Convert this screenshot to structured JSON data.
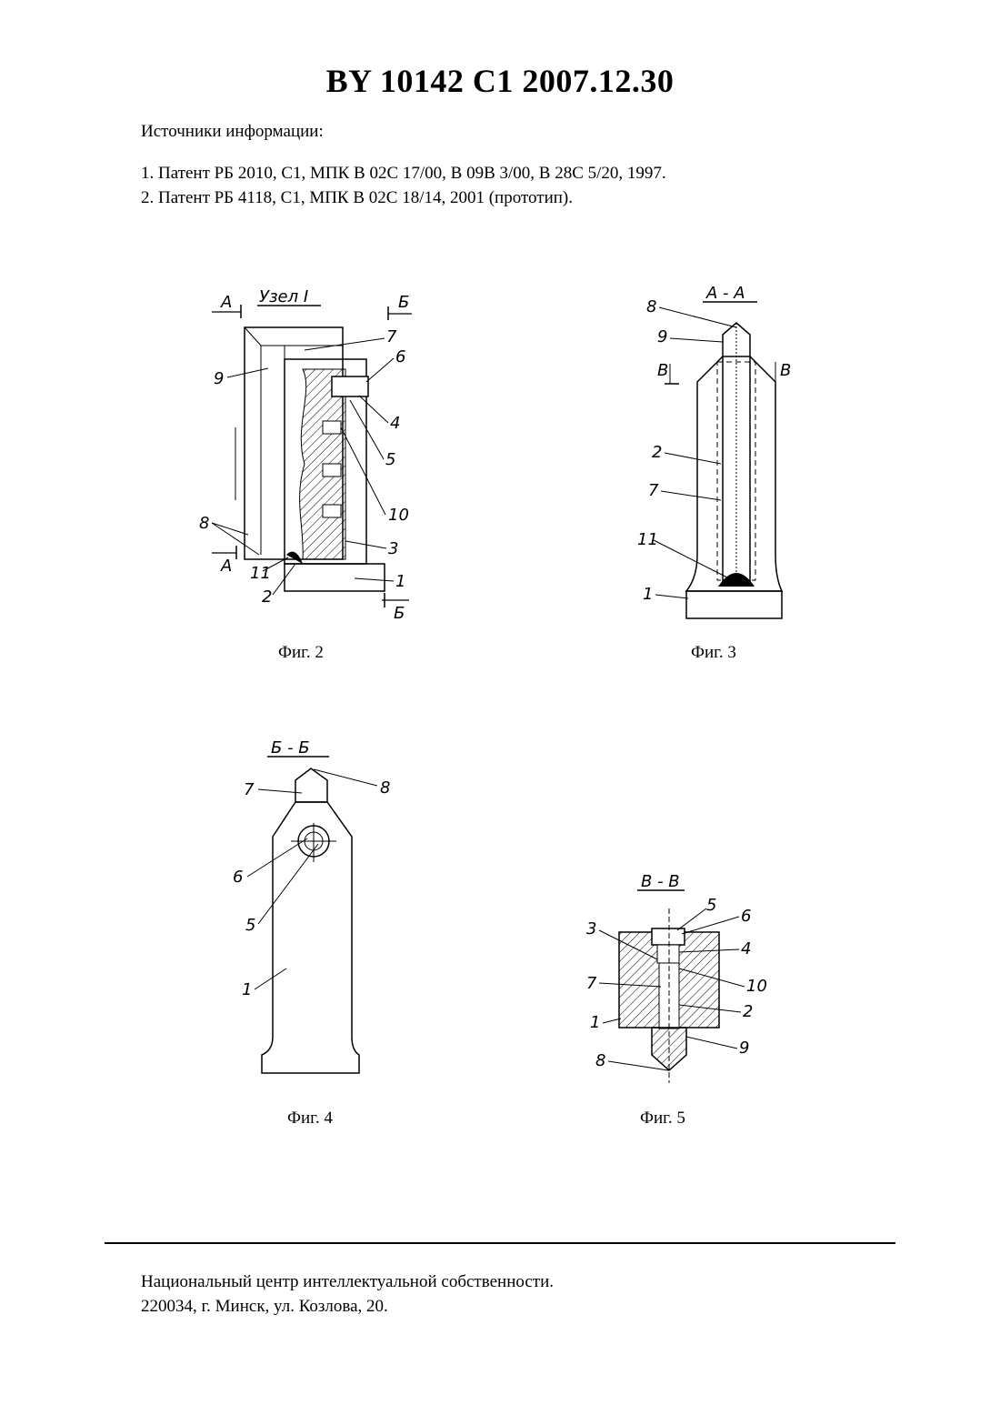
{
  "header": {
    "title": "BY 10142 C1 2007.12.30"
  },
  "sources": {
    "title": "Источники информации:",
    "items": [
      "1. Патент РБ 2010, С1, МПК В 02С 17/00, В 09В 3/00, В 28С 5/20, 1997.",
      "2. Патент РБ 4118, С1, МПК В 02С 18/14, 2001 (прототип)."
    ]
  },
  "figures": {
    "fig2": {
      "caption": "Фиг. 2",
      "title": "Узел I",
      "section_a": "А",
      "section_b": "Б",
      "labels": [
        "9",
        "7",
        "6",
        "4",
        "5",
        "10",
        "8",
        "3",
        "11",
        "2",
        "1"
      ]
    },
    "fig3": {
      "caption": "Фиг. 3",
      "title": "А - А",
      "section_v": "В",
      "labels": [
        "8",
        "9",
        "2",
        "7",
        "11",
        "1"
      ]
    },
    "fig4": {
      "caption": "Фиг. 4",
      "title": "Б - Б",
      "labels": [
        "7",
        "8",
        "6",
        "5",
        "1"
      ]
    },
    "fig5": {
      "caption": "Фиг. 5",
      "title": "В - В",
      "labels": [
        "5",
        "6",
        "3",
        "4",
        "7",
        "10",
        "1",
        "2",
        "8",
        "9"
      ]
    }
  },
  "footer": {
    "line1": "Национальный центр интеллектуальной собственности.",
    "line2": "220034, г. Минск, ул. Козлова, 20."
  }
}
